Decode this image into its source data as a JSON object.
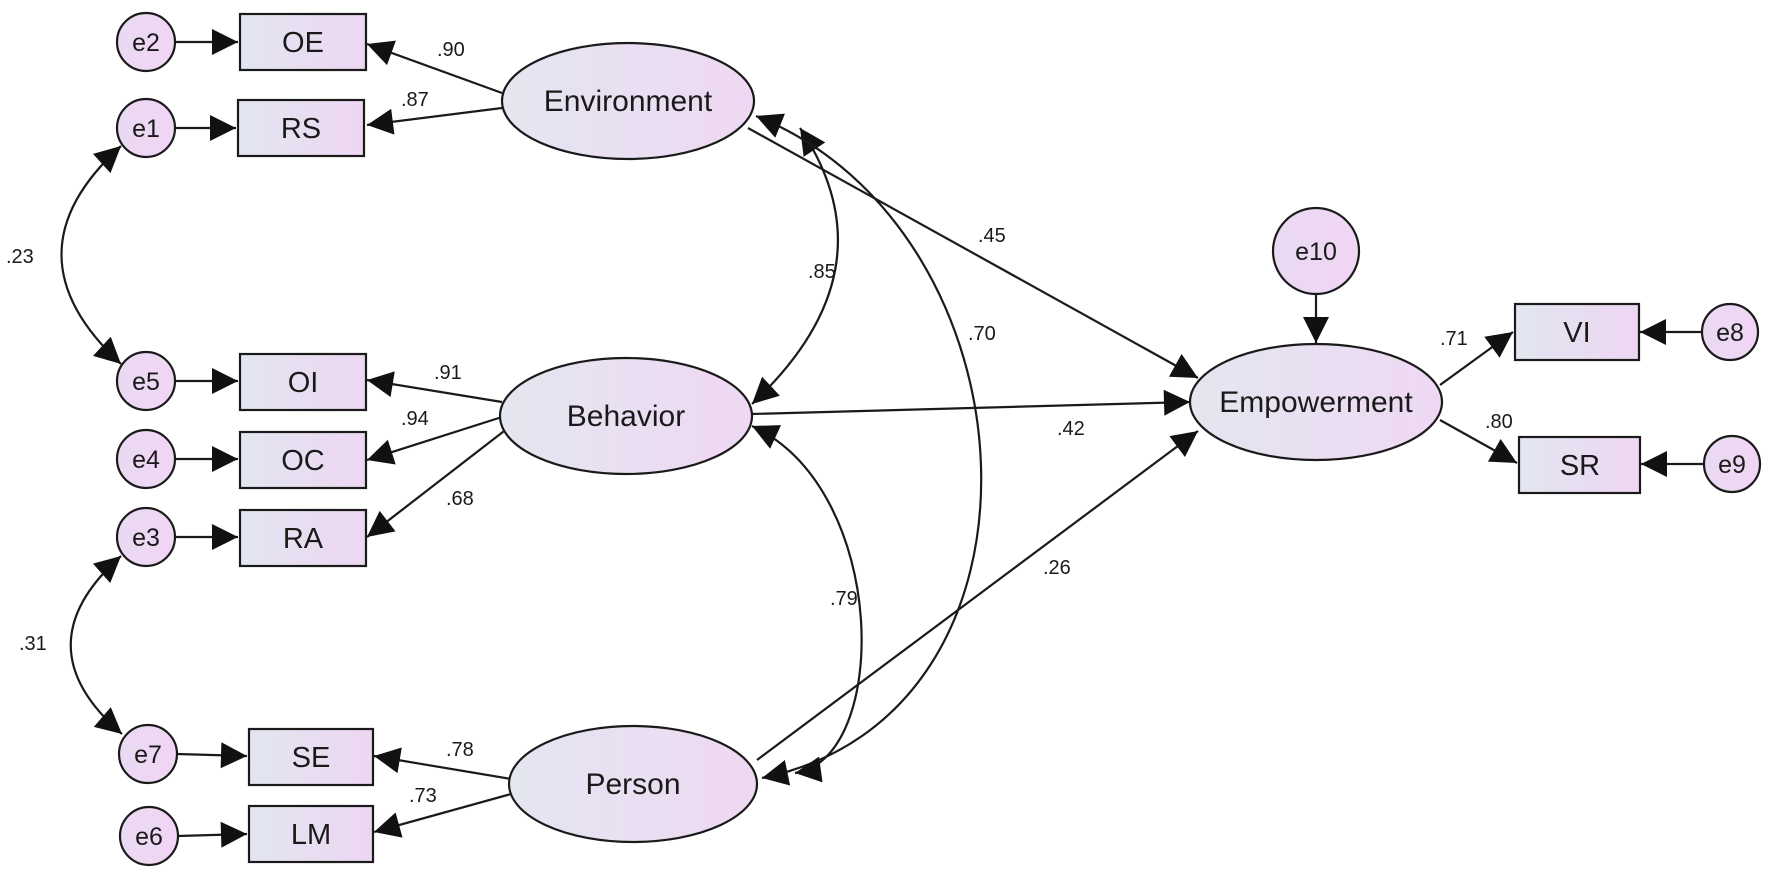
{
  "latent": {
    "environment": "Environment",
    "behavior": "Behavior",
    "person": "Person",
    "empowerment": "Empowerment"
  },
  "observed": {
    "oe": "OE",
    "rs": "RS",
    "oi": "OI",
    "oc": "OC",
    "ra": "RA",
    "se": "SE",
    "lm": "LM",
    "vi": "VI",
    "sr": "SR"
  },
  "errors": {
    "e1": "e1",
    "e2": "e2",
    "e3": "e3",
    "e4": "e4",
    "e5": "e5",
    "e6": "e6",
    "e7": "e7",
    "e8": "e8",
    "e9": "e9",
    "e10": "e10"
  },
  "coefficients": {
    "env_oe": ".90",
    "env_rs": ".87",
    "beh_oi": ".91",
    "beh_oc": ".94",
    "beh_ra": ".68",
    "per_se": ".78",
    "per_lm": ".73",
    "emp_vi": ".71",
    "emp_sr": ".80",
    "env_emp": ".45",
    "beh_emp": ".42",
    "per_emp": ".26",
    "cov_env_beh": ".85",
    "cov_env_per": ".70",
    "cov_beh_per": ".79",
    "cov_e1_e5": ".23",
    "cov_e3_e7": ".31"
  }
}
